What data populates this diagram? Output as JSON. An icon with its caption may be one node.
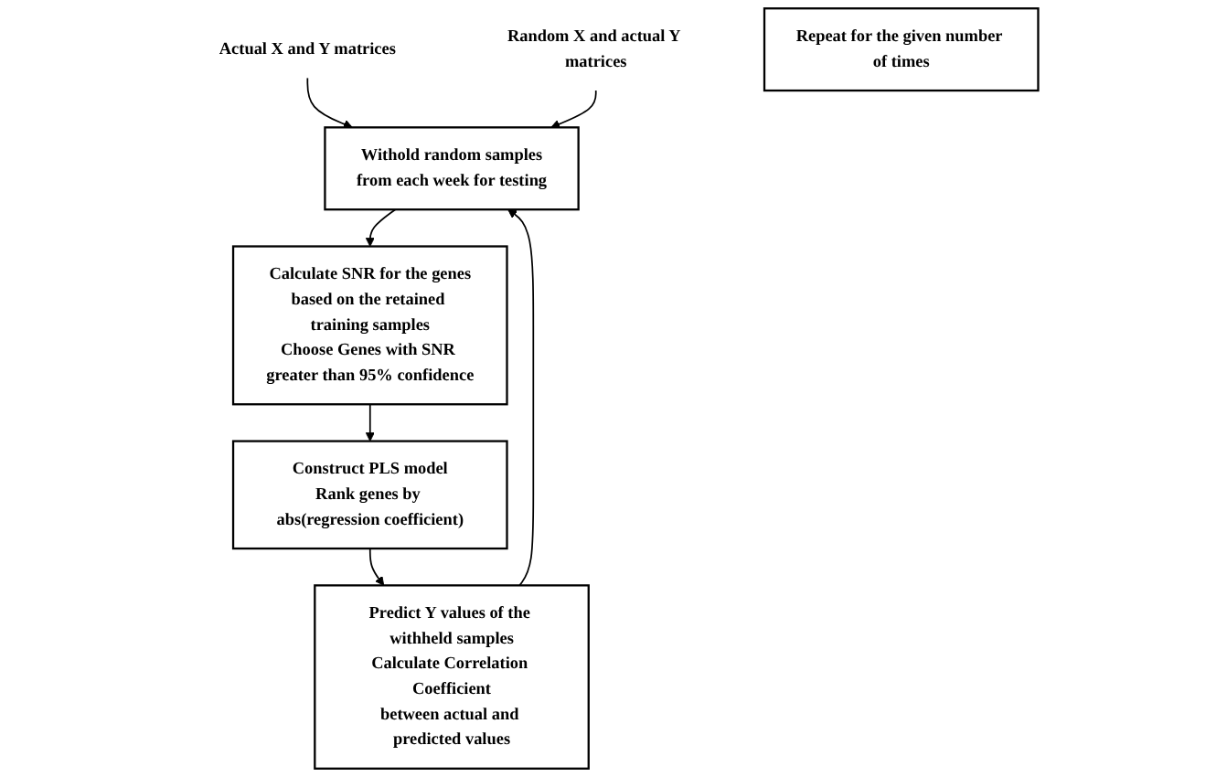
{
  "diagram": {
    "nodes": [
      {
        "text": [
          "Actual X and Y matrices"
        ]
      },
      {
        "text": [
          "Random X and actual Y matrices"
        ]
      },
      {
        "text": [
          "Withold random samples",
          "from each week for testing"
        ]
      },
      {
        "text": [
          "Calculate SNR for the genes",
          "based on the retained training samples",
          "Choose Genes with SNR greater than 95% confidence"
        ]
      },
      {
        "text": [
          "Construct PLS model",
          "Rank genes by abs(regression coefficient)"
        ]
      },
      {
        "text": [
          "Predict Y values of the withheld samples",
          "Calculate Correlation Coefficient",
          "between actual and predicted values"
        ]
      },
      {
        "text": [
          "Repeat for the given number of times"
        ]
      }
    ],
    "edges": [
      {
        "from": 0,
        "to": 2,
        "arrow": "to"
      },
      {
        "from": 1,
        "to": 2,
        "arrow": "to"
      },
      {
        "from": 2,
        "to": 3,
        "arrow": "to"
      },
      {
        "from": 3,
        "to": 4,
        "arrow": "to"
      },
      {
        "from": 4,
        "to": 5,
        "arrow": "to"
      },
      {
        "from": 5,
        "to": 2,
        "arrow": "to"
      }
    ]
  }
}
